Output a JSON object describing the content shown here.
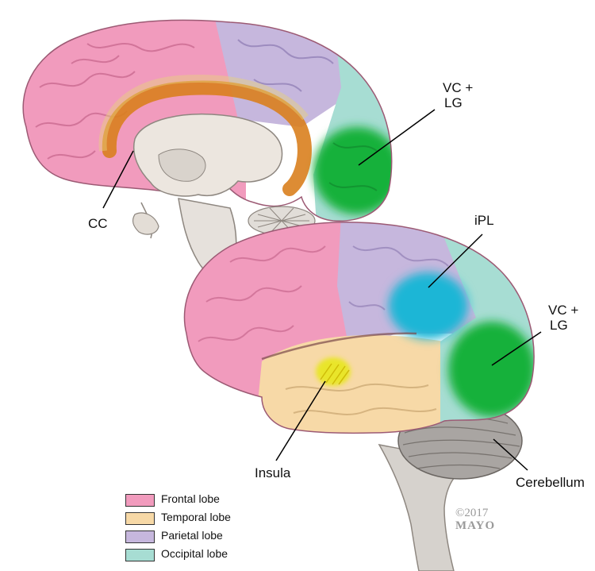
{
  "labels": {
    "vc_lg_top_line1": "VC +",
    "vc_lg_top_line2": "LG",
    "cc": "CC",
    "ipl": "iPL",
    "vc_lg_side_line1": "VC +",
    "vc_lg_side_line2": "LG",
    "insula": "Insula",
    "cerebellum": "Cerebellum"
  },
  "legend": [
    {
      "label": "Frontal lobe",
      "color": "#f19bbd"
    },
    {
      "label": "Temporal lobe",
      "color": "#f7d9a7"
    },
    {
      "label": "Parietal lobe",
      "color": "#c6b7dd"
    },
    {
      "label": "Occipital lobe",
      "color": "#a7ddd3"
    }
  ],
  "copyright": {
    "year": "©2017",
    "owner": "MAYO"
  },
  "colors": {
    "frontal": "#f19bbd",
    "temporal": "#f7d9a7",
    "parietal": "#c6b7dd",
    "occipital": "#a7ddd3",
    "visual_cortex_highlight": "#17b13b",
    "ipl_highlight": "#1fb6d6",
    "corpus_callosum_highlight": "#d9801e",
    "insula_highlight": "#e9e52a"
  }
}
